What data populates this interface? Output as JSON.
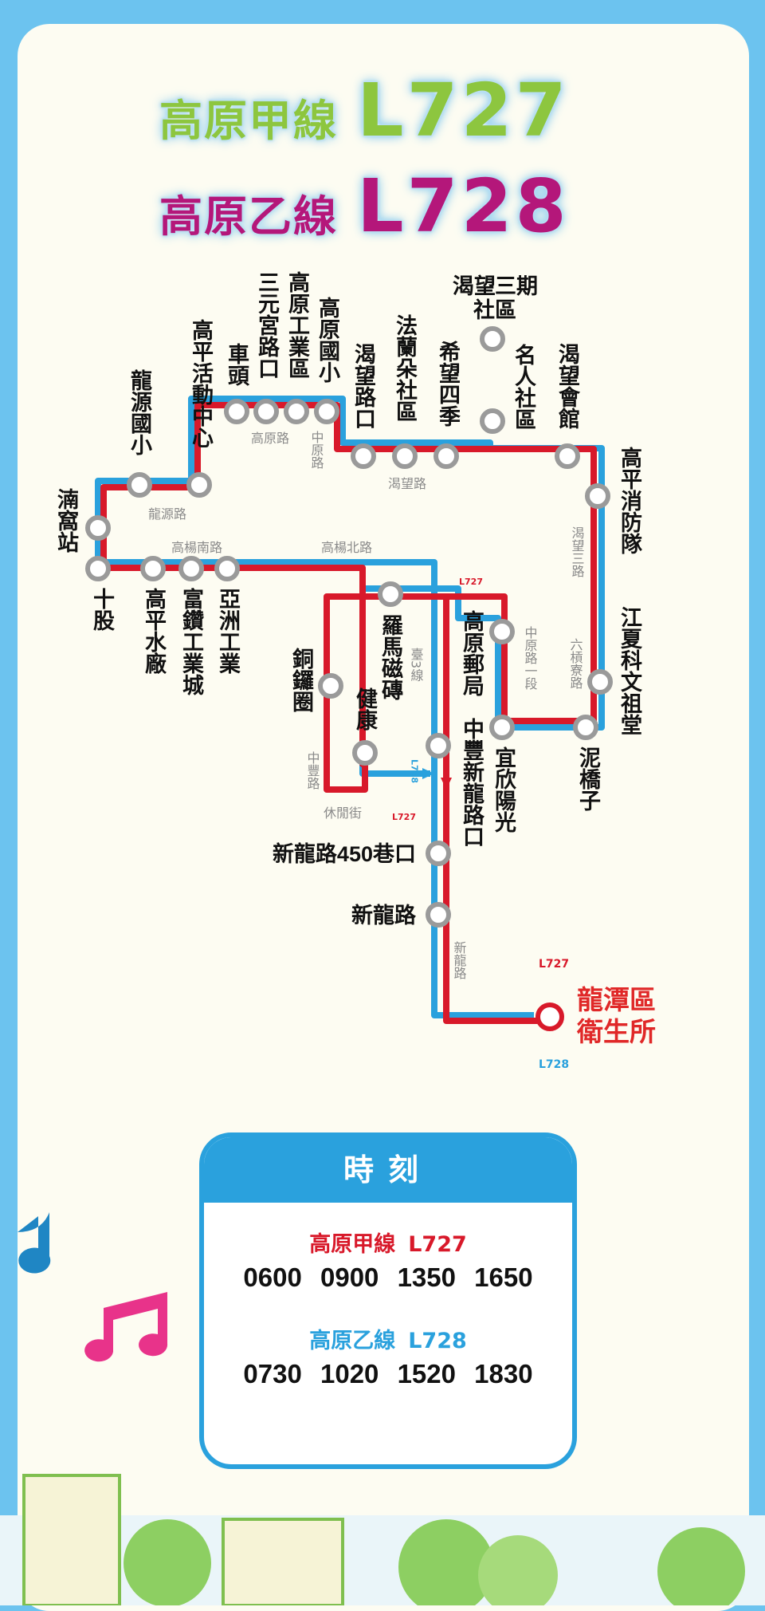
{
  "titles": [
    {
      "name": "高原甲線",
      "code": "L727"
    },
    {
      "name": "高原乙線",
      "code": "L728"
    }
  ],
  "stops": {
    "s1": "十股",
    "s2": "高平水廠",
    "s3": "富鑽工業城",
    "s4": "亞洲工業",
    "s5": "湳窩站",
    "s6": "龍源國小",
    "s7": "高平活動中心",
    "s8": "車頭",
    "s9": "三元宮路口",
    "s10": "高原工業區",
    "s11": "高原國小",
    "s12": "渴望路口",
    "s13": "法蘭朵社區",
    "s14": "希望四季",
    "s15": "渴望三期社區",
    "s16": "名人社區",
    "s17": "渴望會館",
    "s18": "高平消防隊",
    "s19": "江夏科文祖堂",
    "s20": "泥橋子",
    "s21": "宜欣陽光",
    "s22": "高原郵局",
    "s23": "羅馬磁磚",
    "s24": "銅鑼圈",
    "s25": "健康",
    "s26": "中豐新龍路口",
    "s27": "新龍路450巷口",
    "s28": "新龍路"
  },
  "roads": {
    "r1": "龍源路",
    "r2": "高原路",
    "r3": "中原路",
    "r4": "渴望路",
    "r5": "高楊南路",
    "r6": "高楊北路",
    "r7": "渴望三路",
    "r8": "中原路一段",
    "r9": "六槓寮路",
    "r10": "臺3線",
    "r11": "中豐路",
    "r12": "休閒街",
    "r13": "新龍路"
  },
  "dest": {
    "line1": "龍潭區",
    "line2": "衛生所"
  },
  "marks": {
    "l727": "L727",
    "l728": "L728"
  },
  "timetable": {
    "header": "時刻",
    "a": {
      "name": "高原甲線",
      "code": "L727",
      "times": "0600 0900 1350 1650"
    },
    "b": {
      "name": "高原乙線",
      "code": "L728",
      "times": "0730 1020 1520 1830"
    }
  },
  "colors": {
    "l727": "#d8192a",
    "l728": "#2aa1dd",
    "bg": "#6cc3ef",
    "l727_title": "#8dc63f",
    "l728_title": "#b4177a"
  }
}
